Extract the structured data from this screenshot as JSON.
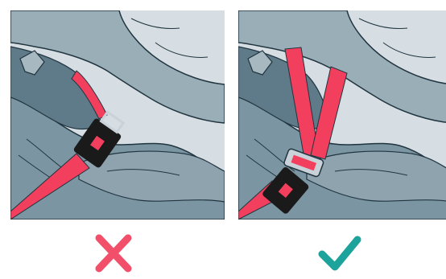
{
  "illustrations": [
    {
      "name": "incorrect-strap-threading",
      "verdict": "incorrect",
      "icon": "cross-icon"
    },
    {
      "name": "correct-strap-threading",
      "verdict": "correct",
      "icon": "checkmark-icon"
    }
  ],
  "colors": {
    "background": "#d6dde3",
    "shell_dark": "#7b95a2",
    "shell_light": "#9aaeb8",
    "outline": "#20353f",
    "strap": "#f23f5e",
    "buckle": "#1a1a1a",
    "buckle_frame": "#c9d2d8",
    "cross": "#f24f6a",
    "check": "#1ca49c"
  }
}
